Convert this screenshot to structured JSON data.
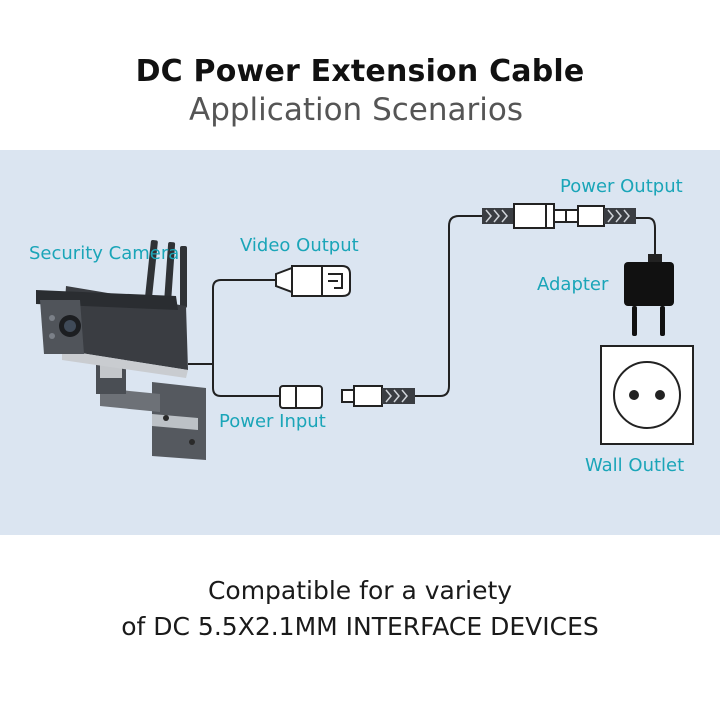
{
  "title": "DC Power Extension Cable",
  "subtitle": "Application Scenarios",
  "labels": {
    "security_camera": "Security Camera",
    "video_output": "Video Output",
    "power_input": "Power Input",
    "power_output": "Power Output",
    "adapter": "Adapter",
    "wall_outlet": "Wall Outlet"
  },
  "footer": {
    "line1": "Compatible for a variety",
    "line2": "of DC 5.5X2.1MM INTERFACE DEVICES"
  },
  "colors": {
    "panel_background": "#dbe5f1",
    "label_text": "#1aa5b8",
    "device_dark": "#3a3d42"
  },
  "icons": [
    "security-camera-icon",
    "video-connector-icon",
    "dc-plug-icon",
    "dc-jack-icon",
    "power-adapter-icon",
    "wall-outlet-icon"
  ]
}
